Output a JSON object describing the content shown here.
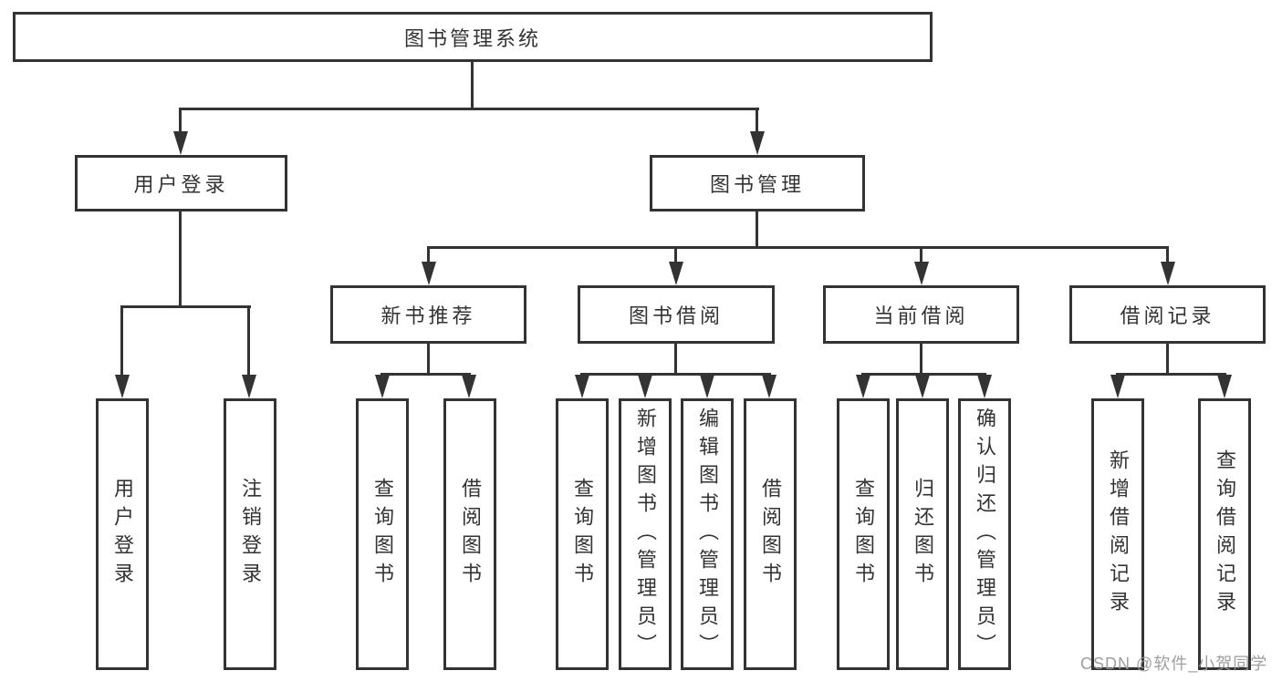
{
  "diagram": {
    "root": {
      "label": "图书管理系统"
    },
    "level2": {
      "user_login": {
        "label": "用户登录"
      },
      "book_management": {
        "label": "图书管理"
      }
    },
    "level3": {
      "new_book_recommend": {
        "label": "新书推荐"
      },
      "book_borrow": {
        "label": "图书借阅"
      },
      "current_borrow": {
        "label": "当前借阅"
      },
      "borrow_records": {
        "label": "借阅记录"
      }
    },
    "leaves": {
      "login": {
        "label": "用户登录"
      },
      "logout": {
        "label": "注销登录"
      },
      "rec_query_books": {
        "label": "查询图书"
      },
      "rec_borrow_books": {
        "label": "借阅图书"
      },
      "bb_query_books": {
        "label": "查询图书"
      },
      "bb_add_books": {
        "label": "新增图书（管理员）"
      },
      "bb_edit_books": {
        "label": "编辑图书（管理员）"
      },
      "bb_borrow_books": {
        "label": "借阅图书"
      },
      "cb_query_books": {
        "label": "查询图书"
      },
      "cb_return_books": {
        "label": "归还图书"
      },
      "cb_confirm_return": {
        "label": "确认归还（管理员）"
      },
      "br_add_record": {
        "label": "新增借阅记录"
      },
      "br_query_record": {
        "label": "查询借阅记录"
      }
    }
  },
  "watermark": {
    "text": "CSDN @软件_小贺同学"
  },
  "colors": {
    "line": "#333333",
    "text": "#333333",
    "background": "#ffffff",
    "watermark": "#969696"
  }
}
